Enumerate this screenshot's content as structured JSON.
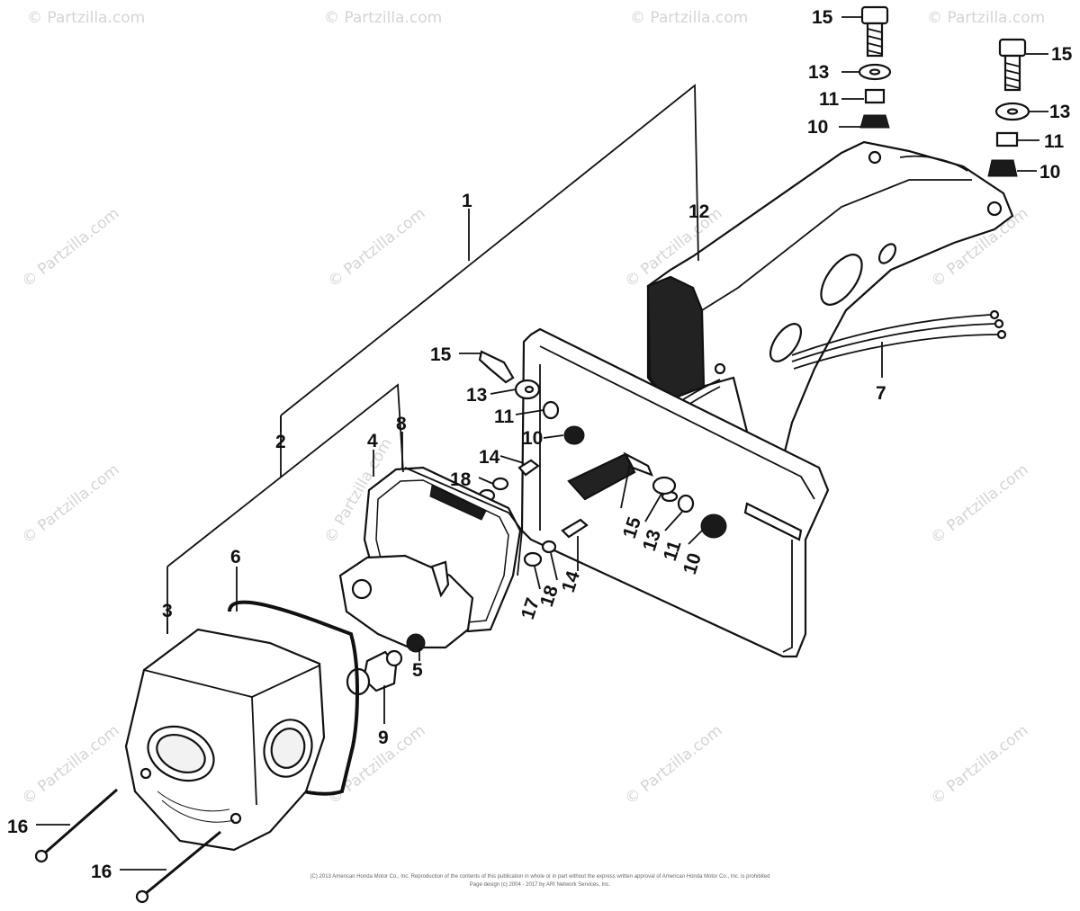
{
  "watermark": "© Partzilla.com",
  "footer": {
    "line1": "(C) 2013 American Honda Motor Co., Inc. Reproduction of the contents of this publication in whole or in part without the express written approval of American Honda Motor Co., Inc. is prohibited",
    "line2": "Page design (c) 2004 - 2017 by ARI Network Services, Inc."
  },
  "callouts": {
    "c1": "1",
    "c2": "2",
    "c3": "3",
    "c4": "4",
    "c5": "5",
    "c6": "6",
    "c7": "7",
    "c8": "8",
    "c9": "9",
    "c10a": "10",
    "c10b": "10",
    "c10c": "10",
    "c10d": "10",
    "c11a": "11",
    "c11b": "11",
    "c11c": "11",
    "c11d": "11",
    "c12": "12",
    "c13a": "13",
    "c13b": "13",
    "c13c": "13",
    "c13d": "13",
    "c14a": "14",
    "c14b": "14",
    "c15a": "15",
    "c15b": "15",
    "c15c": "15",
    "c15d": "15",
    "c16a": "16",
    "c16b": "16",
    "c17": "17",
    "c18a": "18",
    "c18b": "18"
  }
}
